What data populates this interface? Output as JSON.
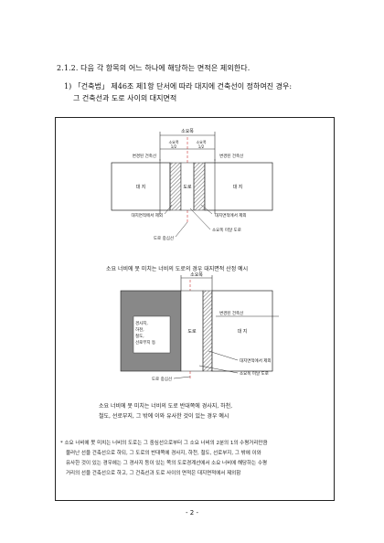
{
  "section": {
    "heading": "2.1.2. 다음 각 항목의 어느 하나에 해당하는 면적은 제외한다.",
    "item_line1": "1) 「건축법」 제46조 제1항 단서에 따라 대지에 건축선이 정하여진 경우:",
    "item_line2": "그 건축선과 도로 사이의 대지면적"
  },
  "figure1": {
    "labels": {
      "min_width": "소요폭",
      "half1": "소요폭\n1/2",
      "half2": "소요폭\n1/2",
      "left_line": "변경된 건축선",
      "right_line": "변경된 건축선",
      "left_site": "대 지",
      "road": "도로",
      "right_site": "대 지",
      "left_excluded": "대지면적에서 제외",
      "right_excluded": "대지면적에서 제외",
      "under_road": "소요폭 미달 도로",
      "center_line": "도로 중심선"
    },
    "caption": "소요 너비에 못 미치는 너비의 도로의 경우 대지면적 산정 예시"
  },
  "figure2": {
    "labels": {
      "min_width": "소요폭",
      "line": "변경된 건축선",
      "obstacle": [
        "경사지,",
        "하천,",
        "철도,",
        "선로부지 등"
      ],
      "road": "도로",
      "site": "대 지",
      "excluded": "대지면적에서 제외",
      "under_road": "소요폭 미달 도로",
      "center_line": "도로 중심선"
    },
    "caption_line1": "소요 너비에 못 미치는 너비의 도로 반대쪽에 경사지, 하천,",
    "caption_line2": "철도, 선로부지, 그 밖에 이와 유사한 것이 있는 경우 예시"
  },
  "note": {
    "lines": [
      "* 소요 너비에 못 미치는 너비의 도로는 그 중심선으로부터 그 소요 너비의 2분의 1의 수평거리만큼",
      "물러난 선을 건축선으로 하되, 그 도로의 반대쪽에 경사지, 하천, 철도, 선로부지, 그 밖에 이와",
      "유사한 것이 있는 경우에는 그 경사지 등이 있는 쪽의 도로경계선에서 소요 너비에 해당하는 수평",
      "거리의 선을 건축선으로 하고, 그 건축선과 도로 사이의 면적은 대지면적에서 제외함"
    ]
  },
  "page_number": "- 2 -"
}
